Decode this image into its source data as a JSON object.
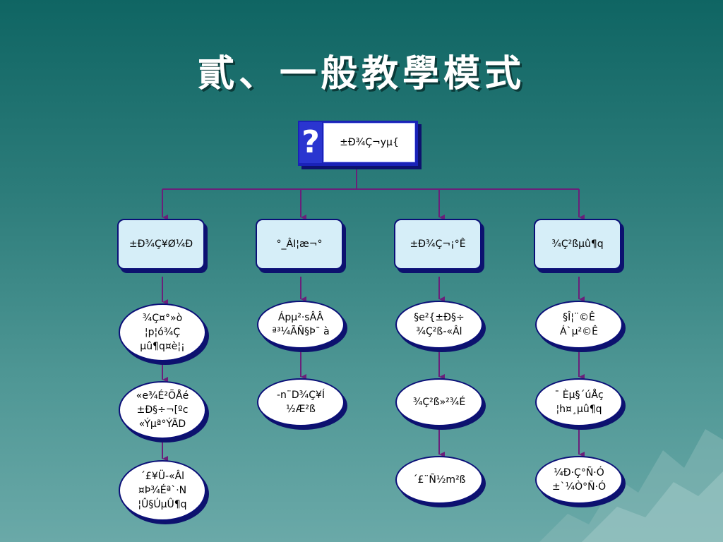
{
  "title": "貳、一般教學模式",
  "diagram": {
    "root": {
      "icon": "question-mark-icon",
      "icon_glyph": "?",
      "label": "±Ð¾Ç¬yµ{"
    },
    "columns": [
      {
        "header": "±Ð¾Ç¥Ø¼Ð",
        "steps": [
          "¾Ç¤°»ò\n¦p¦ó¾Ç\nµû¶q¤è¦¡",
          "«e¾É²ÕÅé\n±Ð§÷¬[ºc\n«Ýµª°ÝÃD",
          "´£¥Ü-«Âl\n¤Þ¾Éª`·N\n¦Û§ÚµÛ¶q"
        ]
      },
      {
        "header": "°_ÂI¦æ¬°",
        "steps": [
          "Ápµ²·sÂÂ\nª³¼ÃÑ§Þ¯ à",
          "-n¨D¾Ç¥Í\n½Æ²ß"
        ]
      },
      {
        "header": "±Ð¾Ç¬¡°Ê",
        "steps": [
          "§e²{±Ð§÷\n¾Ç²ß-«Âl",
          "¾Ç²ß»²¾É",
          "´£¨Ñ½m²ß"
        ]
      },
      {
        "header": "¾Ç²ßµû¶q",
        "steps": [
          "§Î¦¨©Ê\nÁ`µ²©Ê",
          "¯ Èµ§´úÅç\n¦h¤¸µû¶q",
          "¼Ð·Ç°Ñ·Ó\n±`¼Ò°Ñ·Ó"
        ]
      }
    ],
    "colors": {
      "connector": "#6b1f7a",
      "box_fill": "#d6eef8",
      "box_border": "#0b0f78",
      "shadow": "#0d126e",
      "root_fill": "#1a22b8"
    }
  }
}
